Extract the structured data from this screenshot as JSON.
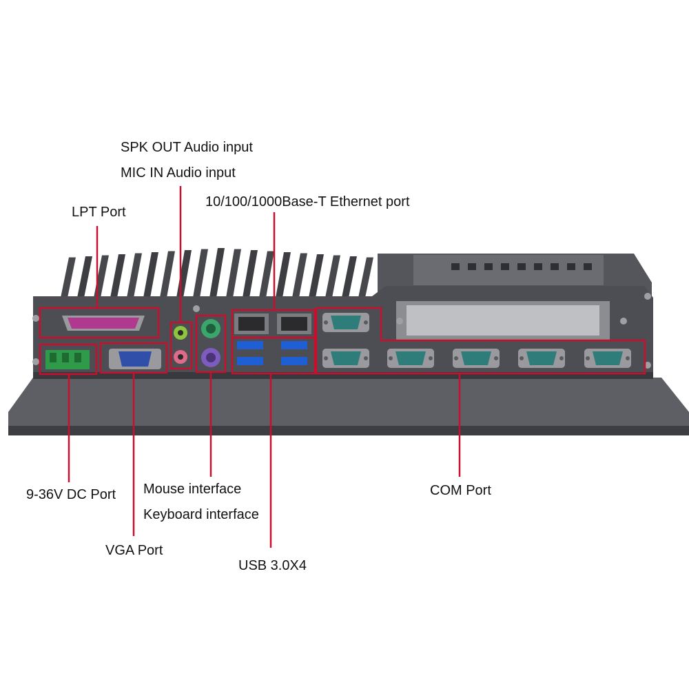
{
  "labels": {
    "spk_out": "SPK OUT Audio input",
    "mic_in": "MIC IN Audio input",
    "ethernet": "10/100/1000Base-T Ethernet port",
    "lpt": "LPT Port",
    "dc": "9-36V DC Port",
    "mouse": "Mouse interface",
    "keyboard": "Keyboard interface",
    "com": "COM Port",
    "vga": "VGA Port",
    "usb": "USB 3.0X4"
  },
  "colors": {
    "callout": "#c8102e",
    "chassis": "#505156",
    "chassis_dark": "#3b3c40",
    "panel": "#4a4b50",
    "db_connector": "#2e7d7b",
    "lpt_connector": "#b0388f",
    "vga_connector": "#2f4fa8",
    "ps2_mouse": "#3aa66b",
    "ps2_keyboard": "#7d5bbf",
    "usb_blue": "#1e5fd6",
    "dc_terminal": "#2f9a4a",
    "audio_line": "#8fc43e",
    "audio_mic": "#e06a8a"
  }
}
